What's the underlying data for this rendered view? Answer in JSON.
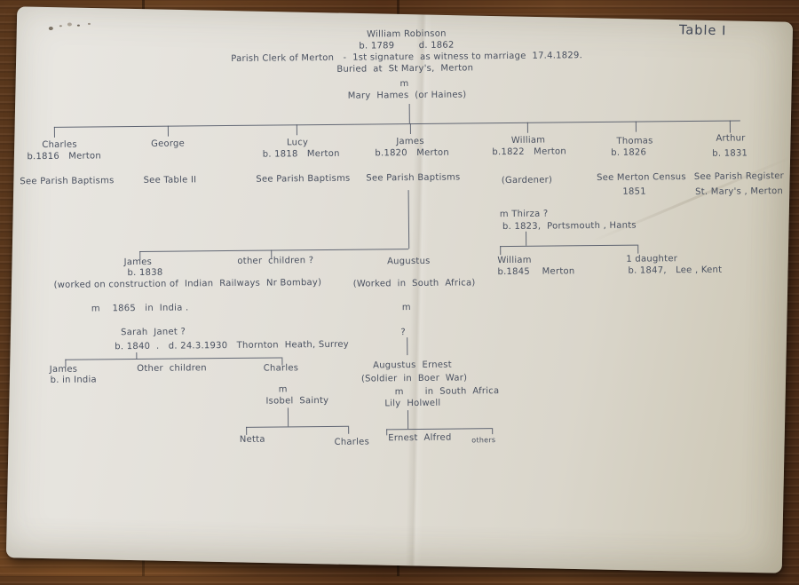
{
  "page": {
    "title": "Table I"
  },
  "root": {
    "name": "William Robinson",
    "dates": "b. 1789        d. 1862",
    "occupation": "Parish Clerk of Merton   -  1st signature  as witness to marriage  17.4.1829.",
    "burial": "Buried  at  St Mary's,  Merton",
    "married": "m",
    "spouse": "Mary  Hames  (or Haines)"
  },
  "gen1": {
    "charles": {
      "name": "Charles",
      "birth": "b.1816   Merton",
      "note": "See Parish Baptisms"
    },
    "george": {
      "name": "George",
      "note": "See Table II"
    },
    "lucy": {
      "name": "Lucy",
      "birth": "b. 1818   Merton",
      "note": "See Parish Baptisms"
    },
    "james": {
      "name": "James",
      "birth": "b.1820   Merton",
      "note": "See Parish Baptisms"
    },
    "william": {
      "name": "William",
      "birth": "b.1822   Merton",
      "note": "(Gardener)"
    },
    "thomas": {
      "name": "Thomas",
      "birth": "b. 1826",
      "note": "See Merton Census",
      "note2": "1851"
    },
    "arthur": {
      "name": "Arthur",
      "birth": "b. 1831",
      "note": "See Parish Register",
      "note2": "St. Mary's , Merton"
    }
  },
  "william_branch": {
    "marriage": "m Thirza ?",
    "spouse_birth": "b. 1823,  Portsmouth , Hants",
    "child1_name": "William",
    "child1_birth": "b.1845    Merton",
    "child2_name": "1 daughter",
    "child2_birth": "b. 1847,   Lee , Kent"
  },
  "james_branch": {
    "child1_name": "James",
    "child1_birth": "b. 1838",
    "child1_note": "(worked on construction of  Indian  Railways  Nr Bombay)",
    "child2_name": "other  children ?",
    "child3_name": "Augustus",
    "child3_note": "(Worked  in  South  Africa)",
    "child3_married": "m"
  },
  "james1838_branch": {
    "marriage": "m    1865   in  India .",
    "spouse": "Sarah  Janet ?",
    "spouse_dates": "b. 1840  .   d. 24.3.1930   Thornton  Heath, Surrey",
    "child1_name": "James",
    "child1_birth": "b. in India",
    "child2_name": "Other  children",
    "child3_name": "Charles"
  },
  "charles_branch": {
    "married": "m",
    "spouse": "Isobel  Sainty",
    "child1_name": "Netta",
    "child2_name": "Charles"
  },
  "augustus_branch": {
    "spouse": "?",
    "son": "Augustus  Ernest",
    "son_note": "(Soldier  in  Boer  War)",
    "son_marriage": "m       in  South  Africa",
    "son_spouse": "Lily  Holwell",
    "child1_name": "Ernest  Alfred",
    "child2_name": "others"
  }
}
